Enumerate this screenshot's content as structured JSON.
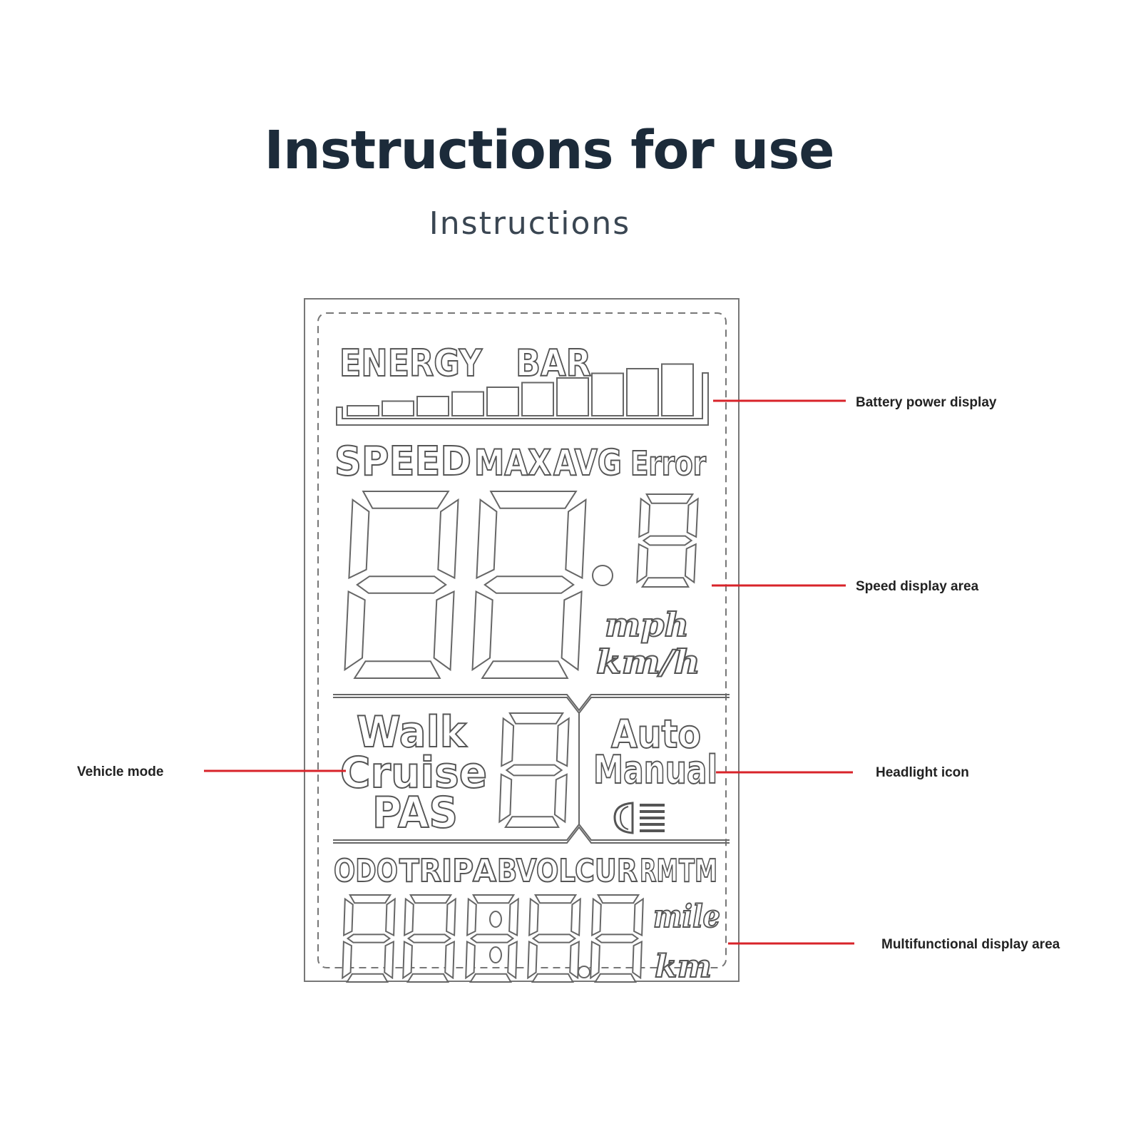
{
  "header": {
    "title": "Instructions for use",
    "subtitle": "Instructions"
  },
  "lcd": {
    "energy_label": "ENERGY",
    "bar_label": "BAR",
    "energy_bar_segments": 10,
    "speed_labels": [
      "SPEED",
      "MAX",
      "AVG",
      "Error"
    ],
    "unit_mph": "mph",
    "unit_kmh": "km/h",
    "mode_walk": "Walk",
    "mode_cruise": "Cruise",
    "mode_pas": "PAS",
    "light_auto": "Auto",
    "light_manual": "Manual",
    "headlight_icon": "headlight-icon",
    "info_labels": [
      "ODO",
      "TRIP",
      "A",
      "BVOL",
      "CUR",
      "RM",
      "TM"
    ],
    "unit_mile": "mile",
    "unit_km": "km"
  },
  "callouts": {
    "battery": "Battery power display",
    "speed": "Speed display area",
    "vehicle_mode": "Vehicle mode",
    "headlight": "Headlight icon",
    "multifunctional": "Multifunctional display area"
  },
  "colors": {
    "callout_line": "#d8232a",
    "outline": "#666666",
    "title": "#1c2b3a"
  }
}
